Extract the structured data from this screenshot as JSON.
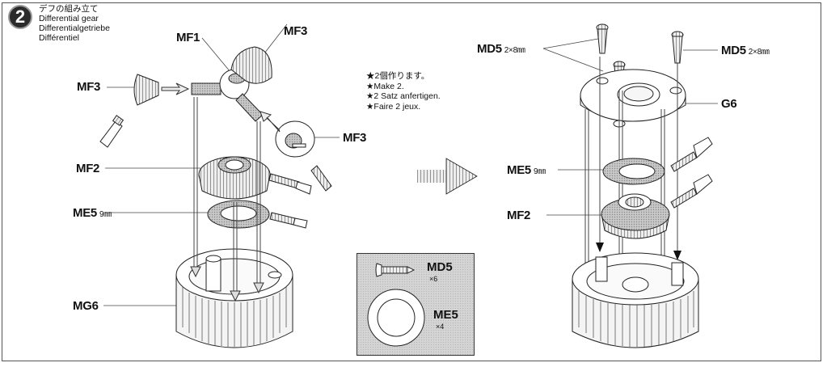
{
  "step": {
    "number": "2",
    "title_ja": "デフの組み立て",
    "title_en": "Differential gear",
    "title_de": "Differentialgetriebe",
    "title_fr": "Différentiel"
  },
  "note": {
    "lines": [
      "★2個作ります。",
      "★Make 2.",
      "★2 Satz anfertigen.",
      "★Faire 2 jeux."
    ]
  },
  "left_labels": {
    "mf1": "MF1",
    "mf3_top": "MF3",
    "mf3_left": "MF3",
    "mf3_right": "MF3",
    "mf2": "MF2",
    "me5": "ME5",
    "me5_size": "9㎜",
    "mg6": "MG6"
  },
  "right_labels": {
    "md5_left": "MD5",
    "md5_left_size": "2×8㎜",
    "md5_right": "MD5",
    "md5_right_size": "2×8㎜",
    "g6": "G6",
    "me5": "ME5",
    "me5_size": "9㎜",
    "mf2": "MF2"
  },
  "parts_box": {
    "items": [
      {
        "part": "MD5",
        "qty": "×6",
        "icon": "screw-icon"
      },
      {
        "part": "ME5",
        "qty": "×4",
        "icon": "washer-icon"
      }
    ]
  },
  "colors": {
    "line": "#333333",
    "shade": "#9a9a9a",
    "box_bg": "#d4d4d4"
  }
}
